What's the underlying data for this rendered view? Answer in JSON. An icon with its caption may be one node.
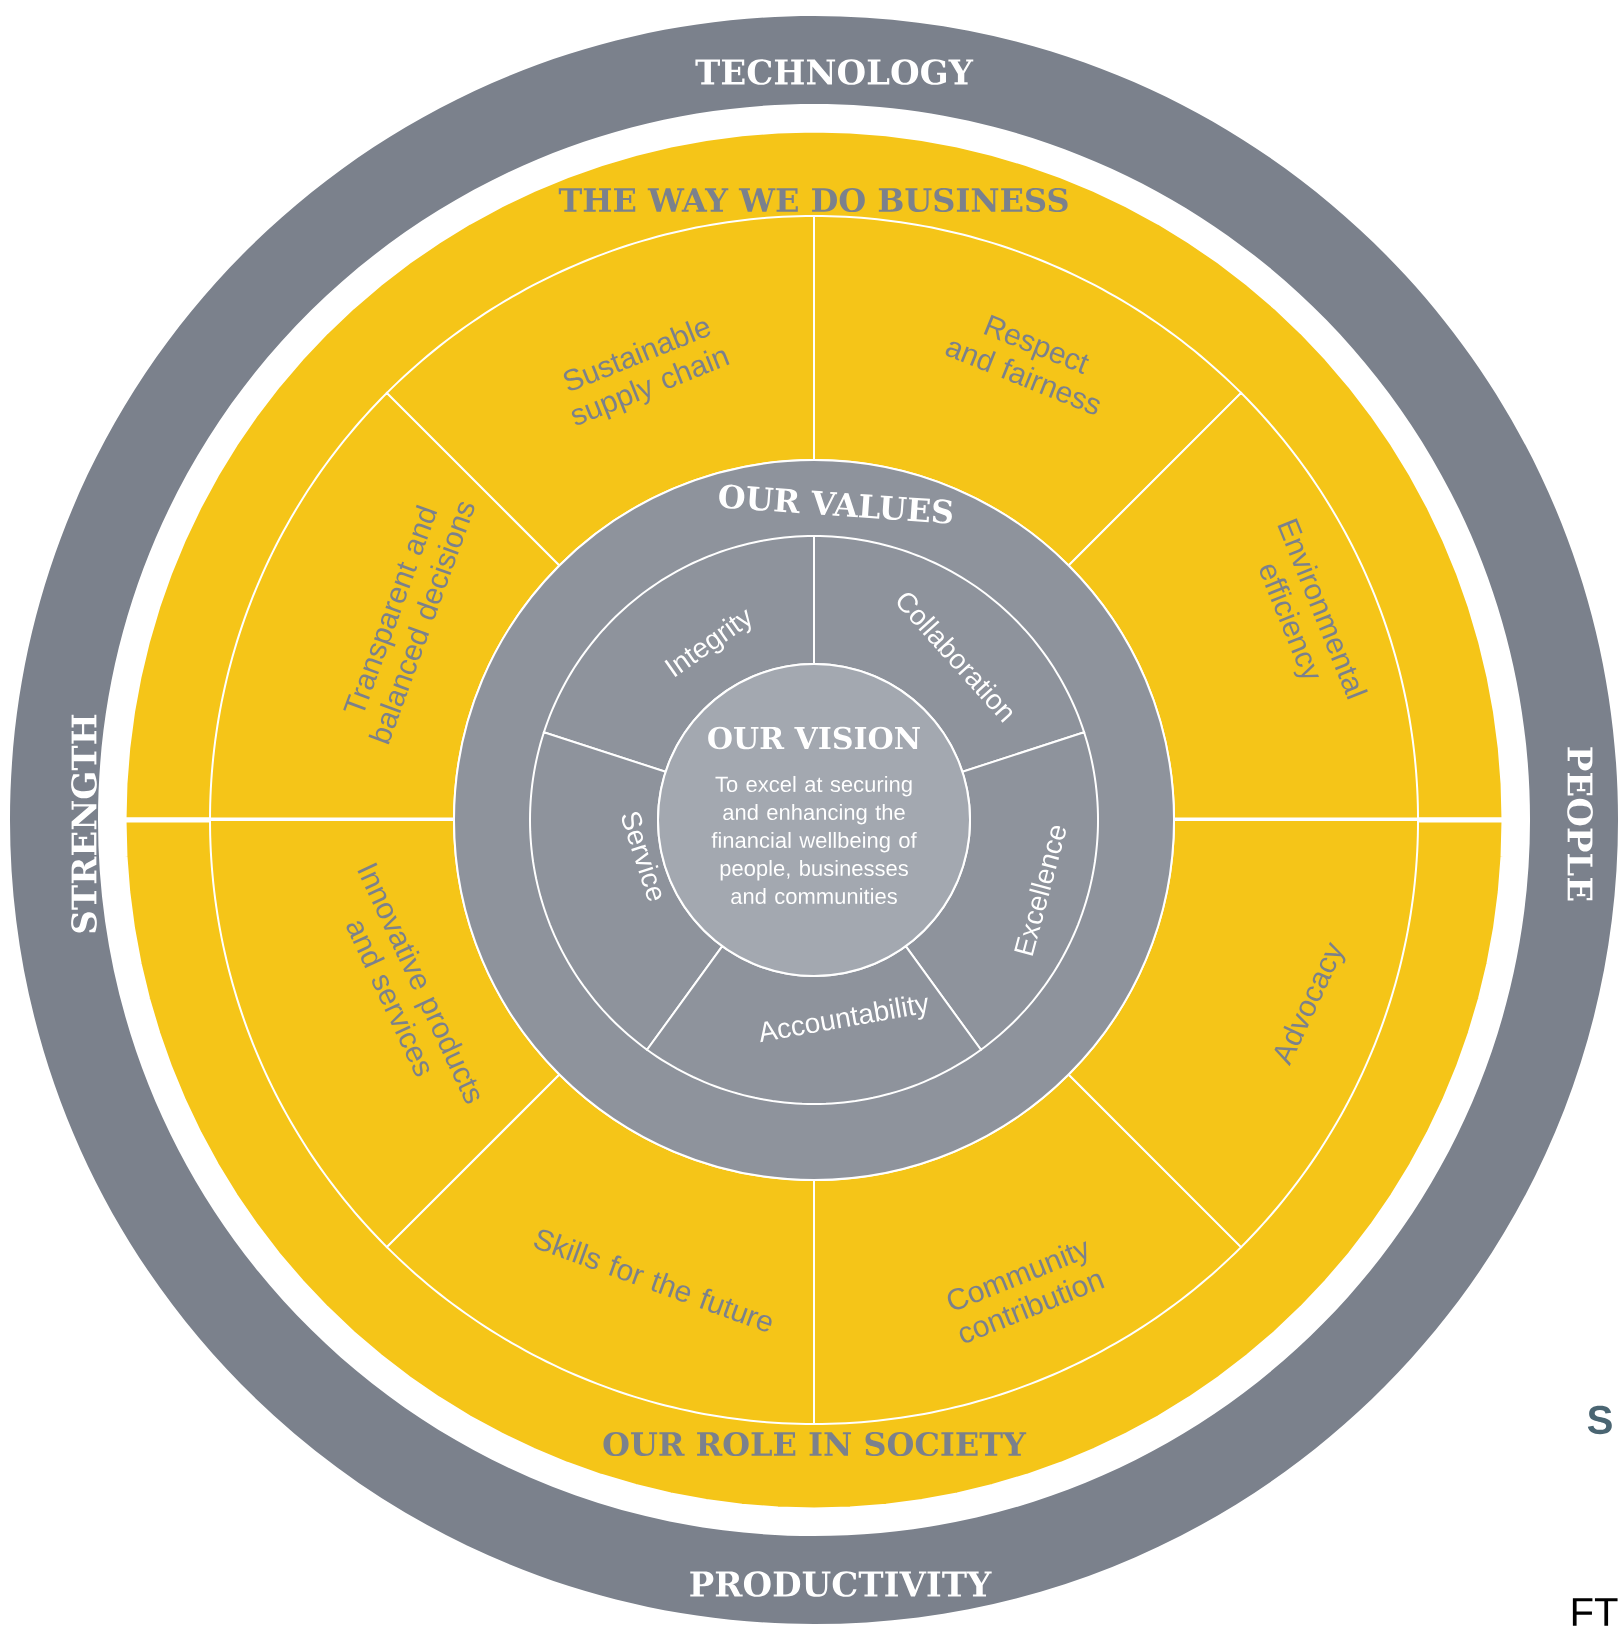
{
  "diagram": {
    "nodes": [
      {
        "text": [
          "TECHNOLOGY",
          "STRENGTH",
          "PEOPLE",
          "PRODUCTIVITY"
        ]
      },
      {
        "text": [
          "THE WAY WE DO BUSINESS"
        ],
        "in": 0
      },
      {
        "text": [
          "Transparent and balanced decisions"
        ],
        "in": 1
      },
      {
        "text": [
          "Sustainable supply chain"
        ],
        "in": 1
      },
      {
        "text": [
          "Respect and fairness"
        ],
        "in": 1
      },
      {
        "text": [
          "Environmental efficiency"
        ],
        "in": 1
      },
      {
        "text": [
          "OUR ROLE IN SOCIETY"
        ],
        "in": 0
      },
      {
        "text": [
          "Innovative products and services"
        ],
        "in": 6
      },
      {
        "text": [
          "Skills for the future"
        ],
        "in": 6
      },
      {
        "text": [
          "Community contribution"
        ],
        "in": 6
      },
      {
        "text": [
          "Advocacy"
        ],
        "in": 6
      },
      {
        "text": [
          "OUR VALUES"
        ],
        "in": 0
      },
      {
        "text": [
          "Integrity"
        ],
        "in": 11
      },
      {
        "text": [
          "Collaboration"
        ],
        "in": 11
      },
      {
        "text": [
          "Service"
        ],
        "in": 11
      },
      {
        "text": [
          "Excellence"
        ],
        "in": 11
      },
      {
        "text": [
          "Accountability"
        ],
        "in": 11
      },
      {
        "text": [
          "OUR VISION",
          "To excel at securing and enhancing the financial wellbeing of people, businesses and communities"
        ],
        "in": 11
      }
    ],
    "labels": [
      "S",
      "FT"
    ]
  }
}
